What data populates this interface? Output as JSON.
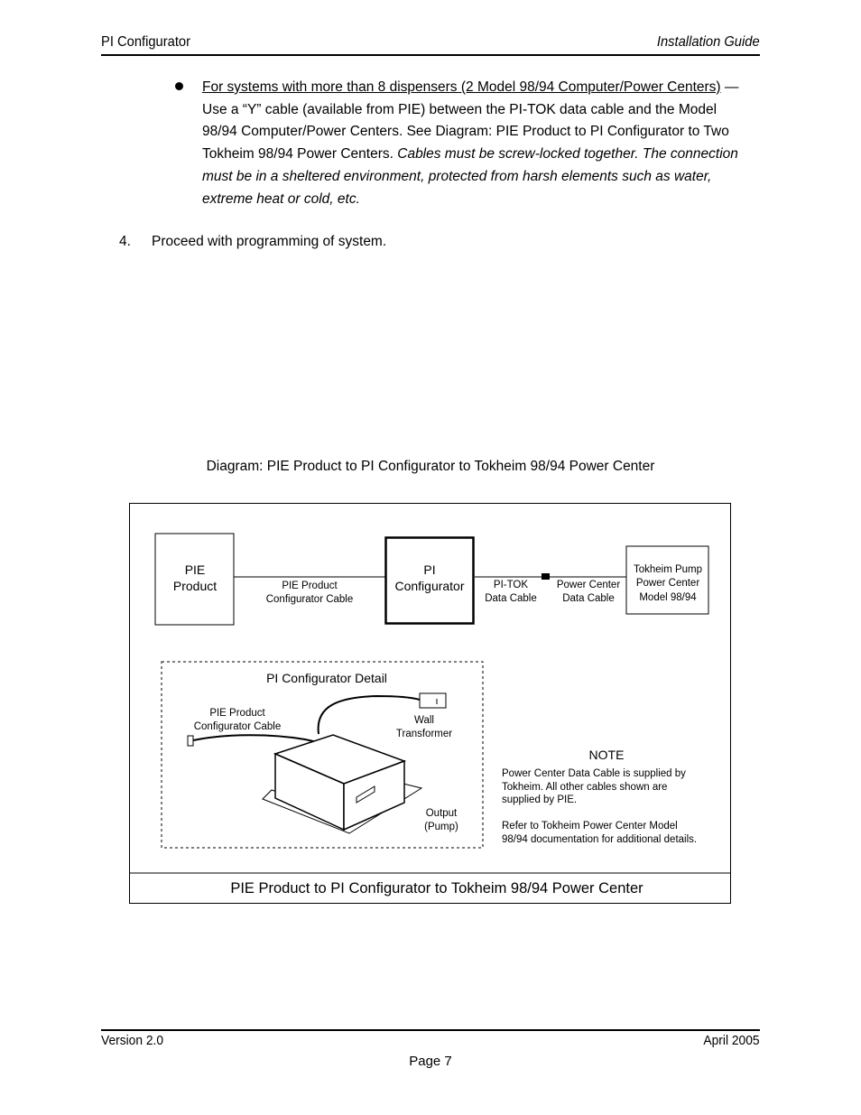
{
  "header": {
    "left": "PI Configurator",
    "right": "Installation Guide"
  },
  "bullet": {
    "underlined": "For systems with more than 8 dispensers (2 Model 98/94 Computer/Power Centers)",
    "body": " — Use a “Y” cable (available from PIE) between the PI-TOK data cable and the Model 98/94 Computer/Power Centers.  See Diagram: PIE Product to PI Configurator to Two Tokheim 98/94 Power Centers.  ",
    "italic": "Cables must be screw-locked together.  The connection must be in a sheltered environment, protected from harsh elements such as water, extreme heat or cold, etc."
  },
  "step4": {
    "number": "4.",
    "text": "Proceed with programming of system."
  },
  "diagram_caption": "Diagram:  PIE Product to PI Configurator to Tokheim 98/94 Power Center",
  "diagram": {
    "pie_product": [
      "PIE",
      "Product"
    ],
    "pie_cable": [
      "PIE Product",
      "Configurator Cable"
    ],
    "pi_configurator": [
      "PI",
      "Configurator"
    ],
    "pitok_cable": [
      "PI-TOK",
      "Data Cable"
    ],
    "power_center_cable": [
      "Power Center",
      "Data Cable"
    ],
    "tokheim": [
      "Tokheim Pump",
      "Power Center",
      "Model 98/94"
    ],
    "detail_title": "PI Configurator Detail",
    "detail_cable": [
      "PIE Product",
      "Configurator Cable"
    ],
    "wall_transformer": [
      "Wall",
      "Transformer"
    ],
    "output": [
      "Output",
      "(Pump)"
    ],
    "note_title": "NOTE",
    "note_lines": [
      "Power Center Data Cable is supplied by",
      "Tokheim.  All other cables shown are",
      "supplied by PIE.",
      "",
      "Refer to Tokheim Power Center Model",
      "98/94 documentation for additional details."
    ],
    "footer_title": "PIE Product to PI Configurator to Tokheim 98/94 Power Center"
  },
  "footer": {
    "left": "Version 2.0",
    "right": "April 2005",
    "page": "Page 7"
  }
}
